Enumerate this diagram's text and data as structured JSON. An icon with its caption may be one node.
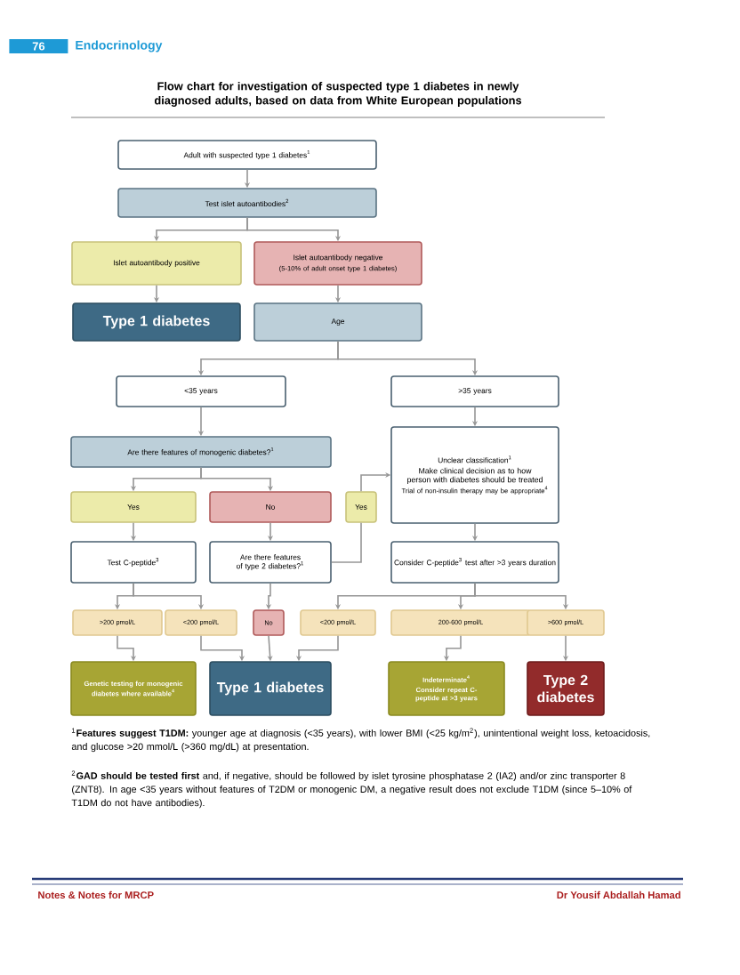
{
  "diagram": {
    "title": "Flow chart for investigation of suspected type 1 diabetes in newly diagnosed adults, based on data from White European populations",
    "nodes": [
      {
        "text": [
          "Adult with suspected type 1 diabetes$^{1}$"
        ]
      },
      {
        "text": [
          "Test islet autoantibodies$^{2}$"
        ]
      },
      {
        "text": [
          "Islet autoantibody positive"
        ]
      },
      {
        "text": [
          "Islet autoantibody negative",
          "(5-10% of adult onset type 1 diabetes)"
        ]
      },
      {
        "text": [
          "Type 1 diabetes"
        ]
      },
      {
        "text": [
          "Age"
        ]
      },
      {
        "text": [
          "<35 years"
        ]
      },
      {
        "text": [
          ">35 years"
        ]
      },
      {
        "text": [
          "Are there features of monogenic diabetes?$^{1}$"
        ]
      },
      {
        "text": [
          "Unclear classification$^{1}$",
          "Make clinical decision as to how person with diabetes should be treated",
          "Trial of non-insulin therapy may be appropriate$^{4}$"
        ]
      },
      {
        "text": [
          "Yes"
        ]
      },
      {
        "text": [
          "No"
        ]
      },
      {
        "text": [
          "Yes"
        ]
      },
      {
        "text": [
          "Test C-peptide$^{3}$"
        ]
      },
      {
        "text": [
          "Are there features of type 2 diabetes?$^{1}$"
        ]
      },
      {
        "text": [
          "Consider C-peptide$^{3}$ test after >3 years duration"
        ]
      },
      {
        "text": [
          ">200 pmol/L"
        ]
      },
      {
        "text": [
          "<200 pmol/L"
        ]
      },
      {
        "text": [
          "No"
        ]
      },
      {
        "text": [
          "<200 pmol/L"
        ]
      },
      {
        "text": [
          "200-600 pmol/L"
        ]
      },
      {
        "text": [
          ">600 pmol/L"
        ]
      },
      {
        "text": [
          "Genetic testing for monogenic diabetes where available$^{4}$"
        ]
      },
      {
        "text": [
          "Type 1 diabetes"
        ]
      },
      {
        "text": [
          "Indeterminate$^{4}$",
          "Consider repeat C-peptide at >3 years"
        ]
      },
      {
        "text": [
          "Type 2 diabetes"
        ]
      }
    ],
    "edges": [
      {
        "from": 0,
        "to": 1,
        "arrow": "to"
      },
      {
        "from": 1,
        "to": 2,
        "arrow": "to"
      },
      {
        "from": 1,
        "to": 3,
        "arrow": "to"
      },
      {
        "from": 2,
        "to": 4,
        "arrow": "to"
      },
      {
        "from": 3,
        "to": 5,
        "arrow": "to"
      },
      {
        "from": 5,
        "to": 6,
        "arrow": "to"
      },
      {
        "from": 5,
        "to": 7,
        "arrow": "to"
      },
      {
        "from": 6,
        "to": 8,
        "arrow": "to"
      },
      {
        "from": 7,
        "to": 9,
        "arrow": "to"
      },
      {
        "from": 8,
        "to": 10,
        "arrow": "to"
      },
      {
        "from": 8,
        "to": 11,
        "arrow": "to"
      },
      {
        "from": 10,
        "to": 13,
        "arrow": "to"
      },
      {
        "from": 11,
        "to": 14,
        "arrow": "to"
      },
      {
        "from": 14,
        "to": 12,
        "arrow": "none"
      },
      {
        "from": 12,
        "to": 9,
        "arrow": "to"
      },
      {
        "from": 9,
        "to": 15,
        "arrow": "to"
      },
      {
        "from": 13,
        "to": 16,
        "arrow": "to"
      },
      {
        "from": 13,
        "to": 17,
        "arrow": "to"
      },
      {
        "from": 14,
        "to": 18,
        "arrow": "to"
      },
      {
        "from": 15,
        "to": 19,
        "arrow": "to"
      },
      {
        "from": 15,
        "to": 20,
        "arrow": "to"
      },
      {
        "from": 15,
        "to": 21,
        "arrow": "to"
      },
      {
        "from": 16,
        "to": 22,
        "arrow": "to"
      },
      {
        "from": 17,
        "to": 23,
        "arrow": "to"
      },
      {
        "from": 18,
        "to": 23,
        "arrow": "to"
      },
      {
        "from": 19,
        "to": 23,
        "arrow": "to"
      },
      {
        "from": 20,
        "to": 24,
        "arrow": "to"
      },
      {
        "from": 21,
        "to": 25,
        "arrow": "to"
      }
    ],
    "labels": [
      "76",
      "Endocrinology",
      "$^{1}$**Features suggest T1DM:** younger age at diagnosis (<35 years), with lower BMI (<25 kg/m$^{2}$), unintentional weight loss, ketoacidosis, and glucose >20 mmol/L (>360 mg/dL) at presentation.",
      "$^{2}$**GAD should be tested first** and, if negative, should be followed by islet tyrosine phosphatase 2 (IA2) and/or zinc transporter 8 (ZNT8). In age <35 years without features of T2DM or monogenic DM, a negative result does not exclude T1DM (since 5–10% of T1DM do not have antibodies).",
      "Notes & Notes for MRCP",
      "Dr Yousif Abdallah Hamad"
    ]
  }
}
